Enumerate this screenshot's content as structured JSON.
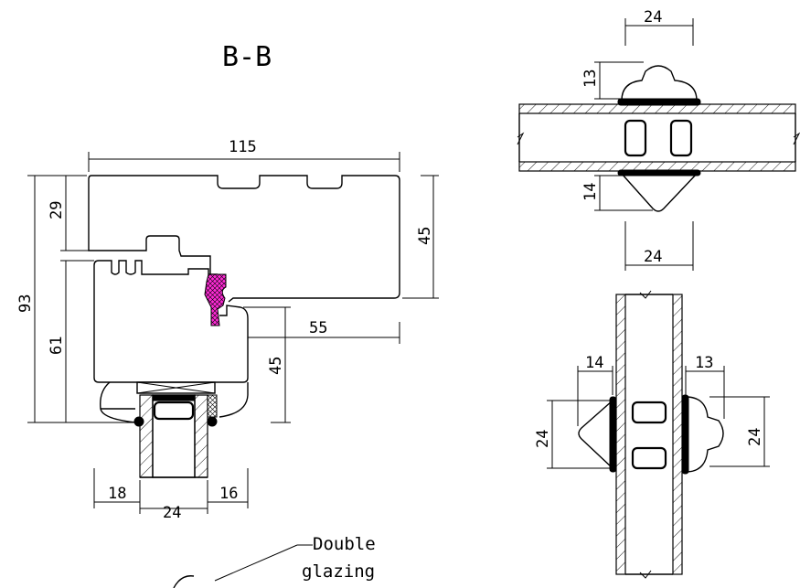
{
  "section_title": "B-B",
  "dimensions": {
    "frame_width": "115",
    "frame_height_top": "29",
    "overall_height": "93",
    "sash_height": "61",
    "frame_right_depth": "45",
    "sash_offset": "55",
    "sash_inner_depth": "45",
    "bottom_left": "18",
    "bottom_center": "24",
    "bottom_right": "16",
    "top_detail_width": "24",
    "top_detail_cap_height": "13",
    "top_detail_cone_height": "14",
    "top_detail_bottom_width": "24",
    "side_detail_cone": "14",
    "side_detail_cap": "13",
    "side_detail_left_height": "24",
    "side_detail_right_height": "24"
  },
  "callout": {
    "line1": "Double",
    "line2": "glazing"
  },
  "colors": {
    "line": "#000000",
    "seal_highlight": "#ff2bd6",
    "background": "#ffffff"
  }
}
